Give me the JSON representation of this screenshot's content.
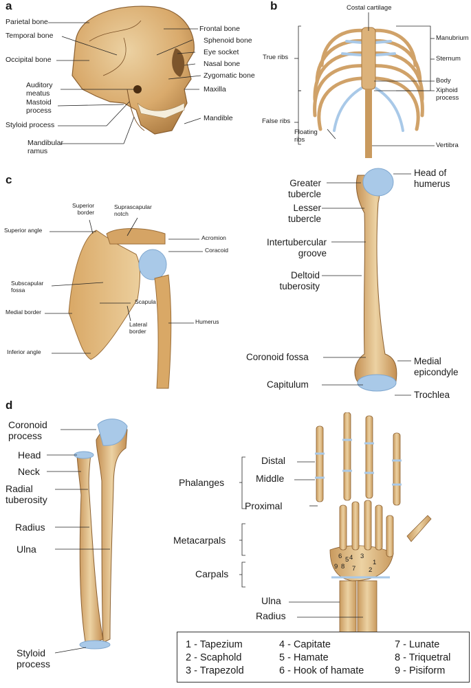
{
  "panels": {
    "a": "a",
    "b": "b",
    "c": "c",
    "d": "d"
  },
  "colors": {
    "bone": "#dcb27a",
    "bone_dark": "#a9783f",
    "bone_light": "#ecd2a3",
    "cartilage": "#a9c9e8",
    "cartilage_dark": "#7fa7cf",
    "line": "#222222"
  },
  "skull": {
    "parietal": "Parietal bone",
    "temporal": "Temporal bone",
    "occipital": "Occipital bone",
    "auditory": "Auditory\nmeatus",
    "mastoid": "Mastoid\nprocess",
    "styloid": "Styloid process",
    "mandibular": "Mandibular\nramus",
    "frontal": "Frontal bone",
    "sphenoid": "Sphenoid bone",
    "eye": "Eye socket",
    "nasal": "Nasal bone",
    "zygomatic": "Zygomatic bone",
    "maxilla": "Maxilla",
    "mandible": "Mandible"
  },
  "thorax": {
    "costal": "Costal cartilage",
    "true_ribs": "True ribs",
    "false_ribs": "False ribs",
    "floating": "Floating\nribs",
    "manubrium": "Manubrium",
    "sternum": "Sternum",
    "body": "Body",
    "xiphoid": "Xiphoid\nprocess",
    "vertibra": "Vertibra"
  },
  "scapula": {
    "superior_border": "Superior\nborder",
    "suprascapular": "Suprascapular\nnotch",
    "superior_angle": "Superior angle",
    "acromion": "Acromion",
    "coracoid": "Coracoid",
    "subscapular": "Subscapular\nfossa",
    "scapula": "Scapula",
    "medial_border": "Medial border",
    "lateral_border": "Lateral\nborder",
    "humerus": "Humerus",
    "inferior_angle": "Inferior angle"
  },
  "humerus": {
    "greater": "Greater\ntubercle",
    "lesser": "Lesser\ntubercle",
    "intertub": "Intertubercular\ngroove",
    "deltoid": "Deltoid\ntuberosity",
    "coronoid_fossa": "Coronoid fossa",
    "capitulum": "Capitulum",
    "head": "Head of\nhumerus",
    "medial_epi": "Medial\nepicondyle",
    "trochlea": "Trochlea"
  },
  "forearm": {
    "coronoid": "Coronoid\nprocess",
    "head": "Head",
    "neck": "Neck",
    "radial_tub": "Radial\ntuberosity",
    "radius": "Radius",
    "ulna": "Ulna",
    "styloid": "Styloid\nprocess"
  },
  "hand": {
    "distal": "Distal",
    "middle": "Middle",
    "proximal": "Proximal",
    "phalanges": "Phalanges",
    "metacarpals": "Metacarpals",
    "carpals": "Carpals",
    "ulna": "Ulna",
    "radius": "Radius",
    "carpal_numbers": [
      "6",
      "4",
      "3",
      "1",
      "9",
      "8",
      "7",
      "2",
      "5"
    ]
  },
  "legend": [
    "1 - Tapezium",
    "2 - Scaphold",
    "3 - Trapezold",
    "4 - Capitate",
    "5 - Hamate",
    "6 - Hook of hamate",
    "7 - Lunate",
    "8 - Triquetral",
    "9 - Pisiform"
  ]
}
